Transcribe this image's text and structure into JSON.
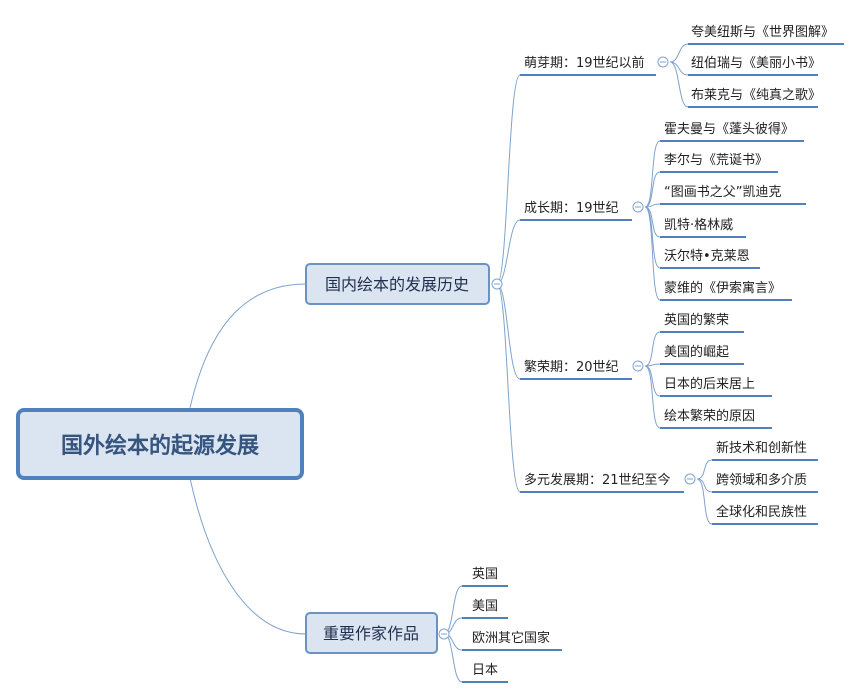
{
  "root": {
    "label": "国外绘本的起源发展"
  },
  "branches": [
    {
      "label": "国内绘本的发展历史",
      "children": [
        {
          "label": "萌芽期：19世纪以前",
          "children": [
            "夸美纽斯与《世界图解》",
            "纽伯瑞与《美丽小书》",
            "布莱克与《纯真之歌》"
          ]
        },
        {
          "label": "成长期：19世纪",
          "children": [
            "霍夫曼与《蓬头彼得》",
            "李尔与《荒诞书》",
            "“图画书之父”凯迪克",
            "凯特·格林威",
            "沃尔特•克莱恩",
            "蒙维的《伊索寓言》"
          ]
        },
        {
          "label": "繁荣期：20世纪",
          "children": [
            "英国的繁荣",
            "美国的崛起",
            "日本的后来居上",
            "绘本繁荣的原因"
          ]
        },
        {
          "label": "多元发展期：21世纪至今",
          "children": [
            "新技术和创新性",
            "跨领域和多介质",
            "全球化和民族性"
          ]
        }
      ]
    },
    {
      "label": "重要作家作品",
      "children": [
        "英国",
        "美国",
        "欧洲其它国家",
        "日本"
      ]
    }
  ],
  "colors": {
    "accent": "#4f81bd",
    "node_fill": "#dbe5f1",
    "connector": "#7fa3cc",
    "root_text": "#35547e"
  },
  "icons": {
    "collapse": "collapse-minus-icon"
  }
}
